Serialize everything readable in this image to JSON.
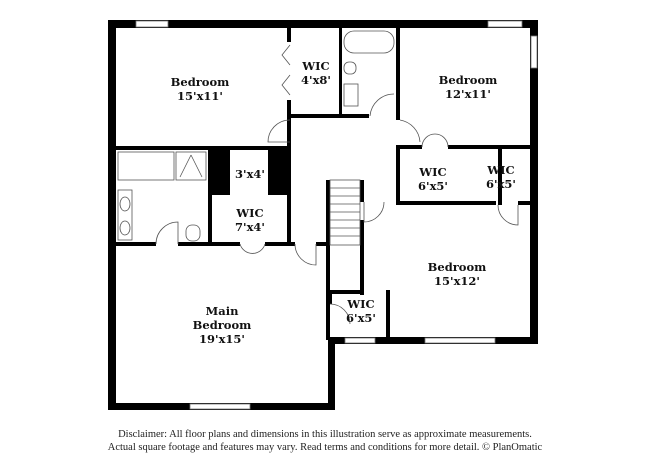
{
  "rooms": [
    {
      "name": "Bedroom",
      "size": "15'x11'"
    },
    {
      "name": "WIC",
      "size": "4'x8'"
    },
    {
      "name": "Bedroom",
      "size": "12'x11'"
    },
    {
      "name": "",
      "size": "3'x4'"
    },
    {
      "name": "WIC",
      "size": "7'x4'"
    },
    {
      "name": "WIC",
      "size": "6'x5'"
    },
    {
      "name": "WIC",
      "size": "6'x5'"
    },
    {
      "name": "Bedroom",
      "size": "15'x12'"
    },
    {
      "name": "Main",
      "name2": "Bedroom",
      "size": "19'x15'"
    },
    {
      "name": "WIC",
      "size": "6'x5'"
    }
  ],
  "disclaimer": {
    "line1": "Disclaimer: All floor plans and dimensions in this illustration serve as approximate measurements.",
    "line2": "Actual square footage and features may vary. Read terms and conditions for more detail. © PlanOmatic"
  }
}
